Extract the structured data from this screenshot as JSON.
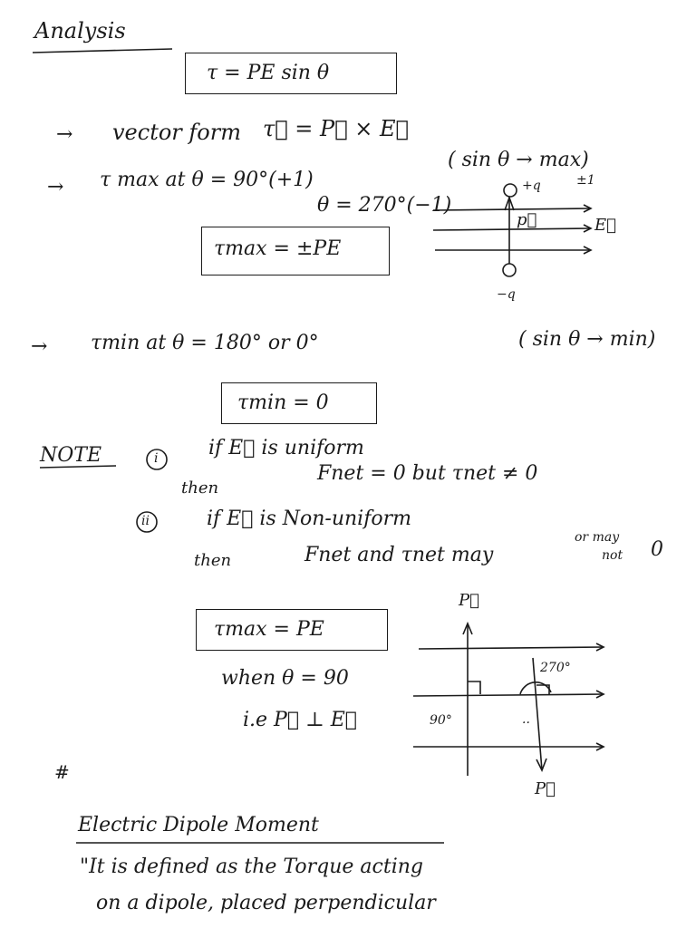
{
  "heading": "Analysis",
  "formula_box": "τ = PE sin θ",
  "vector_form": {
    "arrow": "→",
    "label": "vector form",
    "eq": "τ⃗ = P⃗ × E⃗"
  },
  "tau_max_line": {
    "arrow": "→",
    "text": "τ max  at  θ = 90°(+1)",
    "aside": "( sin θ → max)",
    "pm": "±1",
    "line2": "θ = 270°(−1)"
  },
  "tau_max_box": "τmax = ±PE",
  "dipole_fig": {
    "pos_charge": "+q",
    "neg_charge": "−q",
    "p_label": "p⃗",
    "e_label": "E⃗"
  },
  "tau_min_line": {
    "arrow": "→",
    "text": "τmin  at  θ = 180°  or 0°",
    "aside": "( sin θ → min)"
  },
  "tau_min_box": "τmin = 0",
  "note": {
    "label": "NOTE",
    "i_num": "i",
    "i_line1": "if  E⃗  is  uniform",
    "i_then": "then",
    "i_line2": "Fnet = 0   but  τnet ≠ 0",
    "ii_num": "ii",
    "ii_line1": "if  E⃗  is  Non-uniform",
    "ii_then": "then",
    "ii_line2": "Fnet and τnet may",
    "ii_or": "or may",
    "ii_not": "not",
    "ii_zero": "0"
  },
  "tau_max_pe_box": "τmax = PE",
  "when_line": "when θ = 90",
  "ie_line": "i.e   P⃗ ⊥ E⃗",
  "angle_fig": {
    "top_p": "P⃗",
    "bottom_p": "P⃗",
    "angle_270": "270°",
    "angle_90": "90°"
  },
  "hash": "#",
  "section_title": "Electric Dipole Moment",
  "definition_line1": "\"It is defined as the Torque acting",
  "definition_line2": "on a dipole, placed perpendicular"
}
